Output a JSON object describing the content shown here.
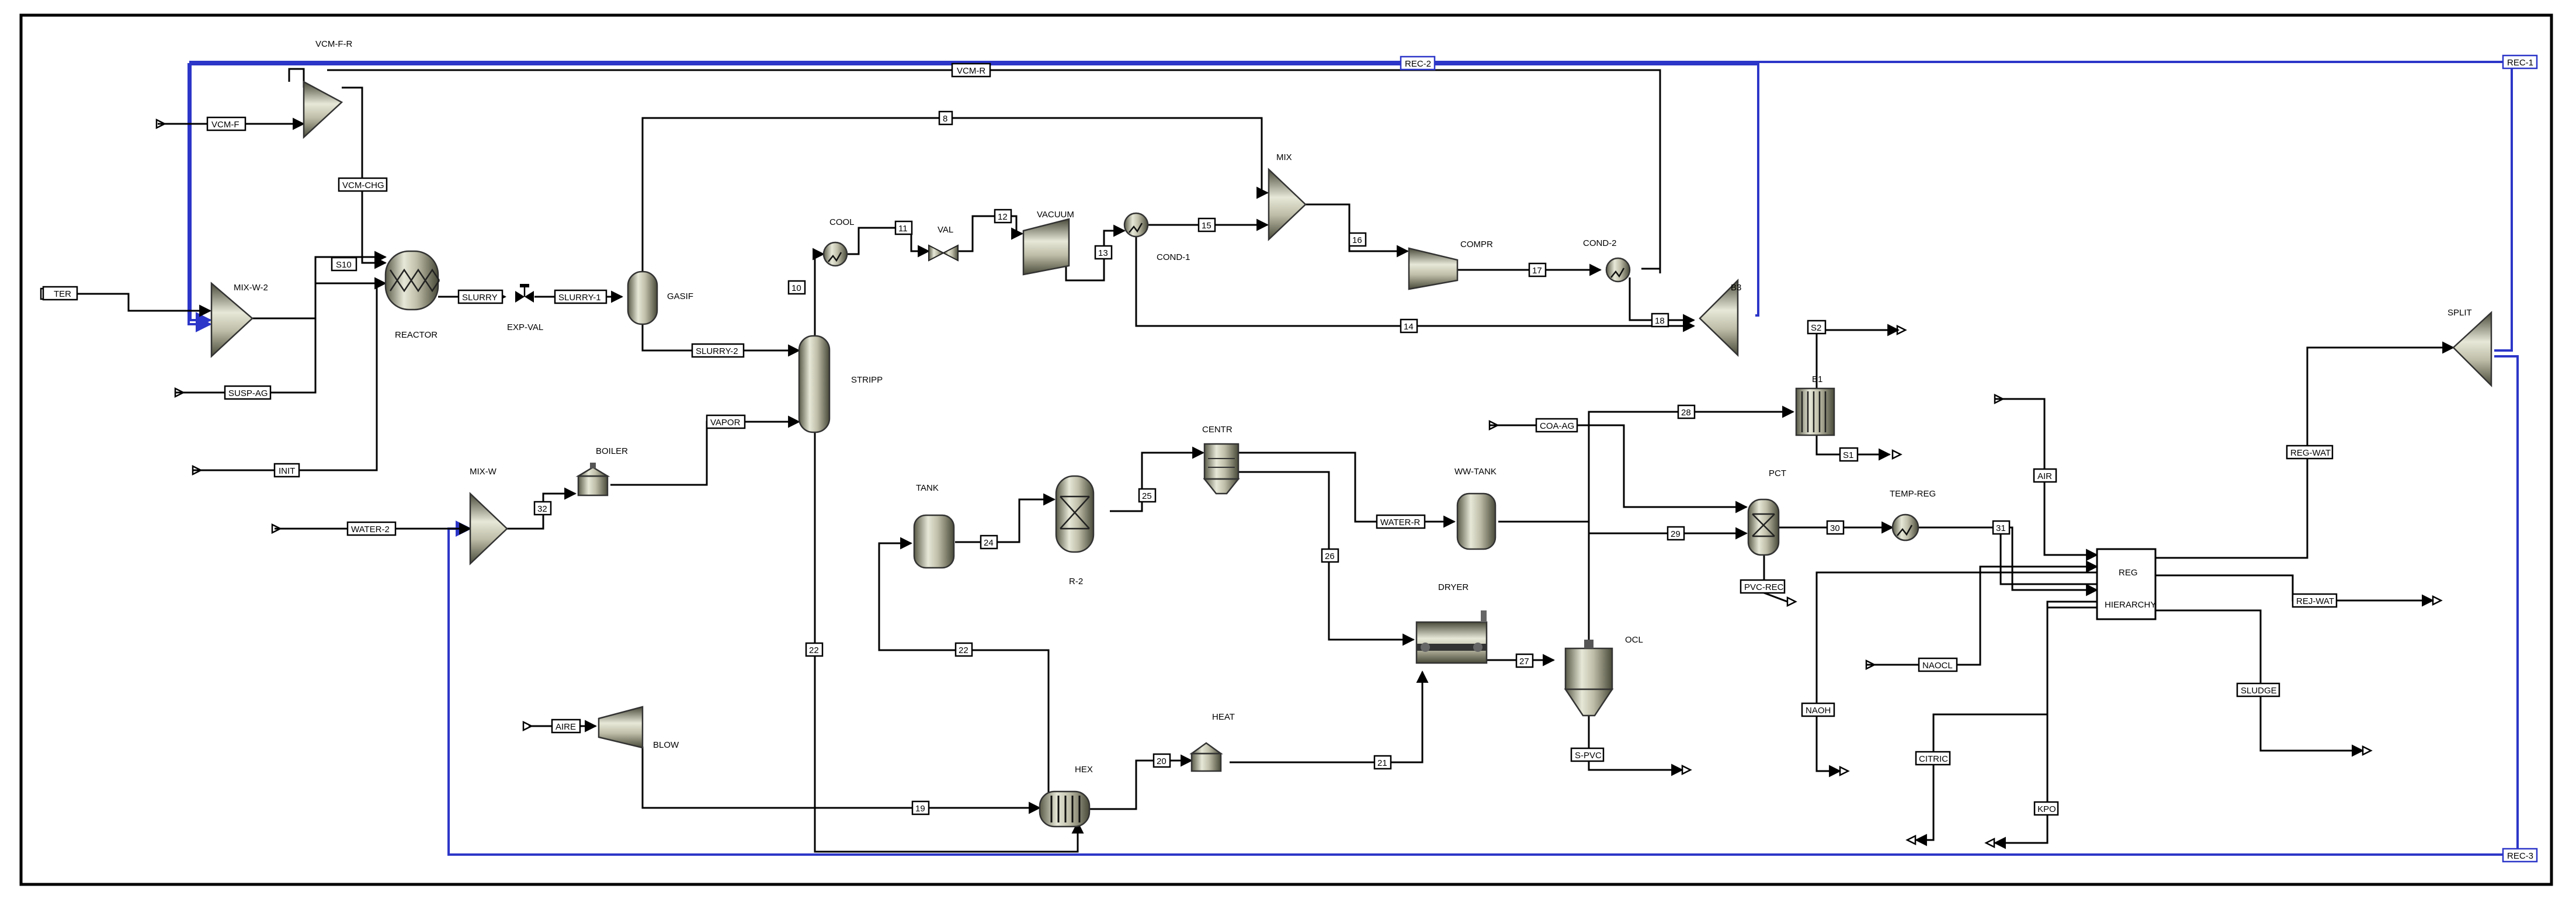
{
  "blocks": {
    "vcm_f_r": "VCM-F-R",
    "mix_w_2": "MIX-W-2",
    "reactor": "REACTOR",
    "exp_val": "EXP-VAL",
    "gasif": "GASIF",
    "cool": "COOL",
    "val": "VAL",
    "vacuum": "VACUUM",
    "cond_1": "COND-1",
    "mix": "MIX",
    "compr": "COMPR",
    "cond_2": "COND-2",
    "b3": "B3",
    "stripp": "STRIPP",
    "boiler": "BOILER",
    "mix_w": "MIX-W",
    "tank": "TANK",
    "r_2": "R-2",
    "centr": "CENTR",
    "ww_tank": "WW-TANK",
    "b1": "B1",
    "pct": "PCT",
    "temp_reg": "TEMP-REG",
    "dryer": "DRYER",
    "ocl": "OCL",
    "blow": "BLOW",
    "hex": "HEX",
    "heat": "HEAT",
    "reg": "REG",
    "hierarchy": "HIERARCHY",
    "split": "SPLIT"
  },
  "streams": {
    "ter": "TER",
    "vcm_f": "VCM-F",
    "vcm_r": "VCM-R",
    "rec_2": "REC-2",
    "rec_1": "REC-1",
    "rec_3": "REC-3",
    "vcm_chg": "VCM-CHG",
    "s10": "S10",
    "susp_ag": "SUSP-AG",
    "init": "INIT",
    "slurry": "SLURRY",
    "slurry_1": "SLURRY-1",
    "slurry_2": "SLURRY-2",
    "s8": "8",
    "s10b": "10",
    "s11": "11",
    "s12": "12",
    "s13": "13",
    "s15": "15",
    "s16": "16",
    "s17": "17",
    "s14": "14",
    "s18": "18",
    "vapor": "VAPOR",
    "water_2": "WATER-2",
    "s32": "32",
    "s24": "24",
    "s25": "25",
    "s26": "26",
    "water_r": "WATER-R",
    "s22a": "22",
    "s22b": "22",
    "coa_ag": "COA-AG",
    "s28": "28",
    "s2": "S2",
    "s1": "S1",
    "s29": "29",
    "s30": "30",
    "s31": "31",
    "pvc_rec": "PVC-REC",
    "s27": "27",
    "s_pvc": "S-PVC",
    "aire": "AIRE",
    "s19": "19",
    "s20": "20",
    "s21": "21",
    "air": "AIR",
    "naocl": "NAOCL",
    "naoh": "NAOH",
    "citric": "CITRIC",
    "kpo": "KPO",
    "reg_wat": "REG-WAT",
    "rej_wat": "REJ-WAT",
    "sludge": "SLUDGE"
  }
}
